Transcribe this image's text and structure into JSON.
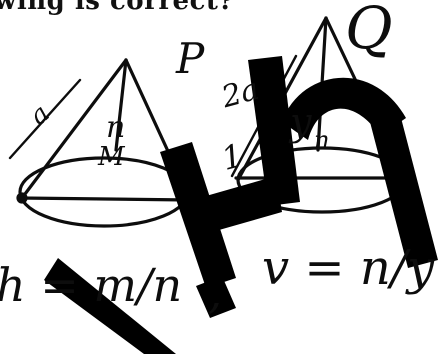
{
  "question_fragment": "wing is correct?",
  "labels": {
    "p": "P",
    "q": "Q",
    "slant_p": "a",
    "slant_q": "2a",
    "n": "n",
    "m": "M",
    "y": "y",
    "n_right": "n",
    "one": "1"
  },
  "equations": {
    "left": "h = m/n",
    "comma": ",",
    "right": "v = n/y"
  },
  "colors": {
    "ink": "#0d0d0d",
    "watermark": "#000000"
  }
}
